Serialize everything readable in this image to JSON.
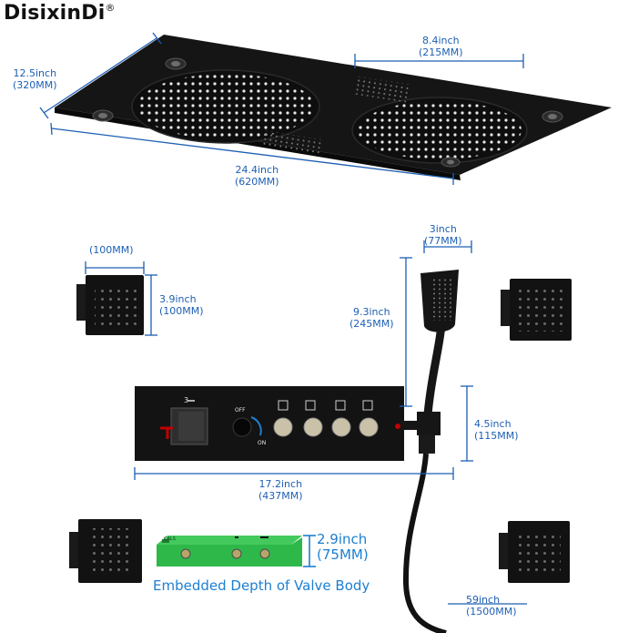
{
  "brand": {
    "name": "DisixinDi",
    "trademark": "®"
  },
  "dimensions": {
    "panel_depth": {
      "inch": "12.5inch",
      "mm": "(320MM)"
    },
    "panel_length": {
      "inch": "24.4inch",
      "mm": "(620MM)"
    },
    "rain_diameter": {
      "inch": "8.4inch",
      "mm": "(215MM)"
    },
    "jet_width": {
      "mm": "(100MM)"
    },
    "jet_height": {
      "inch": "3.9inch",
      "mm": "(100MM)"
    },
    "handheld_width": {
      "inch": "3inch",
      "mm": "(77MM)"
    },
    "handheld_length": {
      "inch": "9.3inch",
      "mm": "(245MM)"
    },
    "valve_height": {
      "inch": "4.5inch",
      "mm": "(115MM)"
    },
    "valve_length": {
      "inch": "17.2inch",
      "mm": "(437MM)"
    },
    "embed_depth": {
      "inch": "2.9inch",
      "mm": "(75MM)"
    },
    "hose_length": {
      "inch": "59inch",
      "mm": "(1500MM)"
    }
  },
  "valve_panel": {
    "diverter_number": "3",
    "switch_off": "OFF",
    "switch_on": "ON"
  },
  "caption": "Embedded Depth of Valve Body",
  "colors": {
    "dimension": "#1d5fb4",
    "caption": "#1d7fd1",
    "fixture": "#141414",
    "valve_body": "#2fb84a"
  }
}
